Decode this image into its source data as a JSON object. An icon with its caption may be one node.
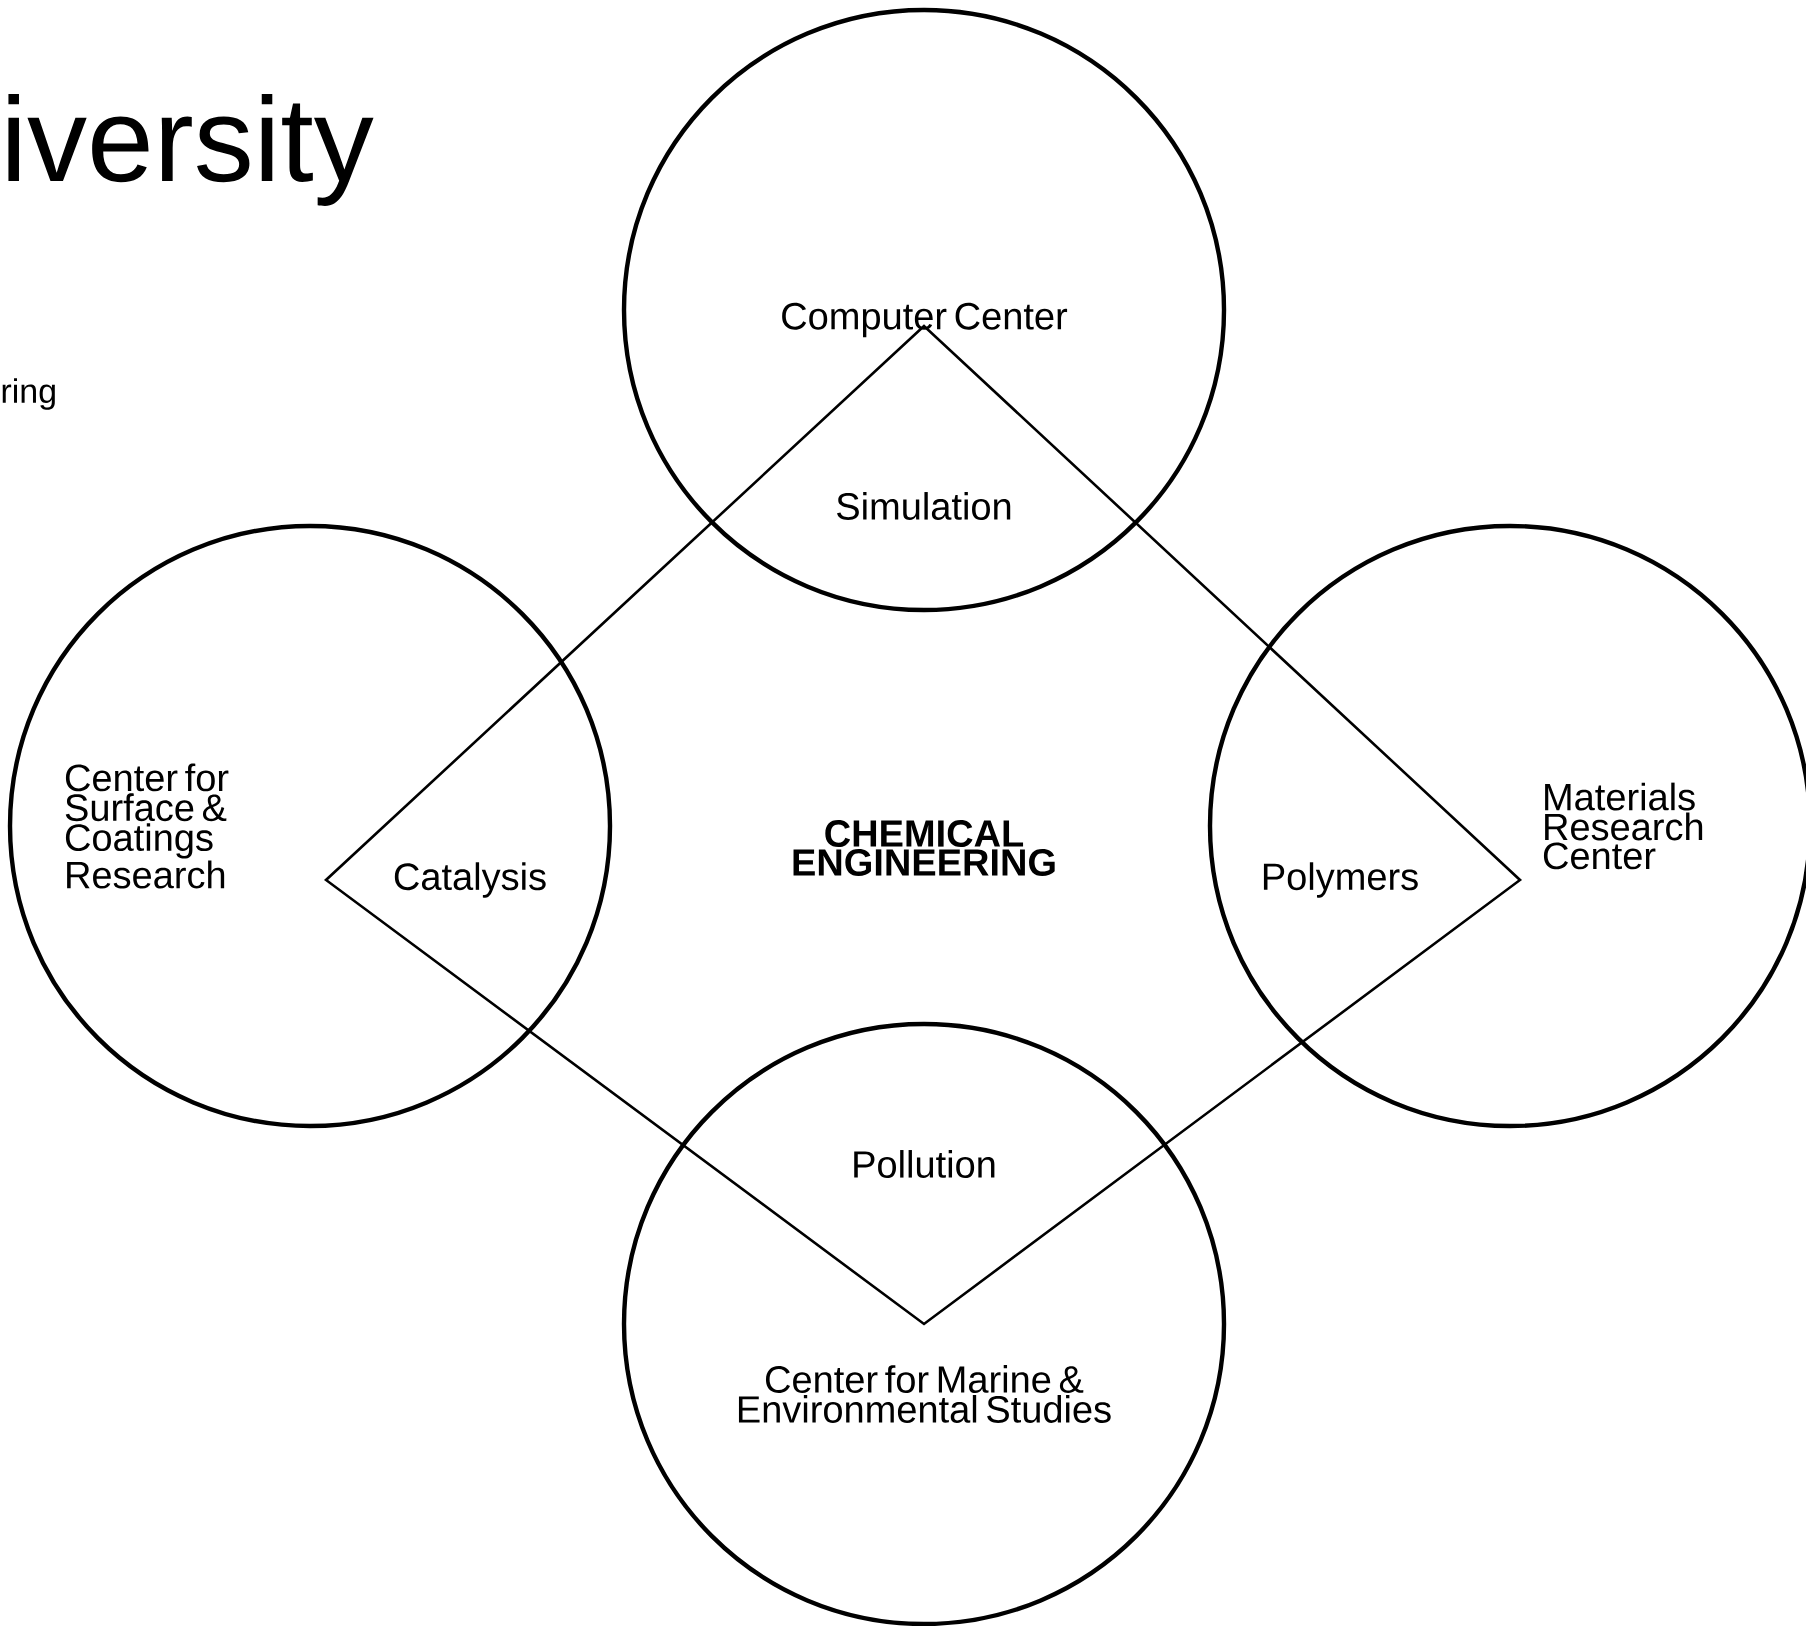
{
  "diagram": {
    "nodes": [
      {
        "text": [
          "Computer Center"
        ]
      },
      {
        "text": [
          "Center for Surface & Coatings Research"
        ]
      },
      {
        "text": [
          "CHEMICAL ENGINEERING"
        ]
      },
      {
        "text": [
          "Materials Research Center"
        ]
      },
      {
        "text": [
          "Center for Marine & Environmental Studies"
        ]
      }
    ],
    "labels": [
      "iversity",
      "ring",
      "Simulation",
      "Catalysis",
      "Polymers",
      "Pollution"
    ]
  }
}
